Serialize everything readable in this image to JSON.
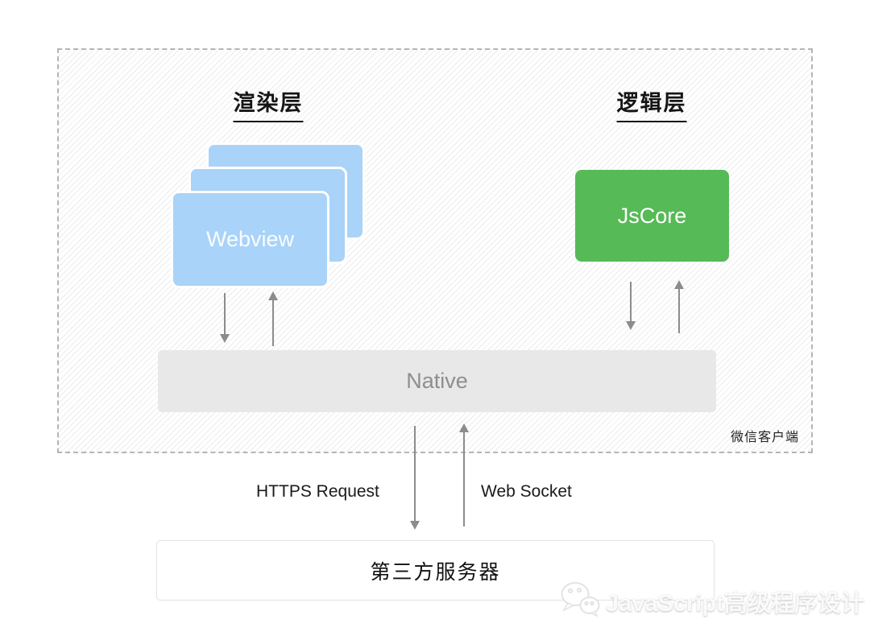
{
  "diagram": {
    "client_box": {
      "render_layer_title": "渲染层",
      "logic_layer_title": "逻辑层",
      "webview_label": "Webview",
      "jscore_label": "JsCore",
      "native_label": "Native",
      "client_label": "微信客户端"
    },
    "connections": {
      "https_label": "HTTPS Request",
      "websocket_label": "Web Socket"
    },
    "server_label": "第三方服务器",
    "watermark_text": "JavaScript高级程序设计",
    "colors": {
      "webview_blue": "#A9D3F8",
      "jscore_green": "#56BA56",
      "native_gray": "#E8E8E8",
      "native_text_gray": "#8E8E8E",
      "arrow_gray": "#8C8C8C",
      "dashed_border_gray": "#B5B5B5",
      "hatch_line_gray": "#ECECEC"
    }
  }
}
